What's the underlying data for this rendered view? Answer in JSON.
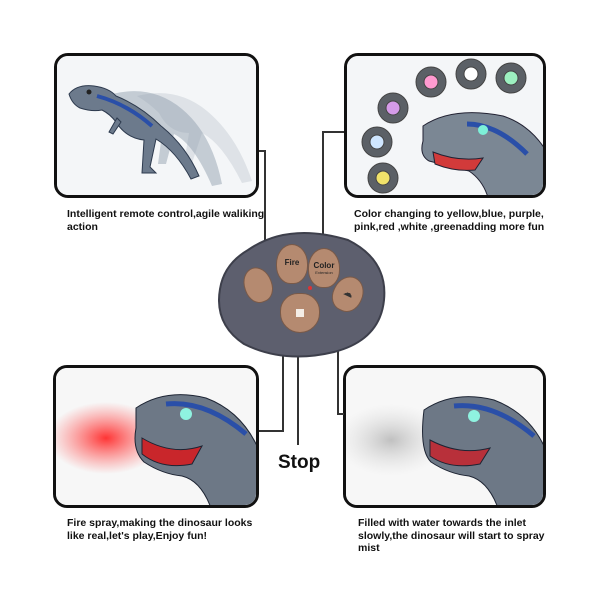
{
  "panels": {
    "top_left": {
      "caption": [
        "Intelligent remote control,agile waliking",
        "action"
      ]
    },
    "top_right": {
      "caption": [
        "Color changing to  yellow,blue, purple,",
        "pink,red ,white ,greenadding more fun"
      ]
    },
    "bottom_left": {
      "caption": [
        "Fire spray,making the dinosaur looks",
        "like real,let's play,Enjoy fun!"
      ]
    },
    "bottom_right": {
      "caption": [
        "Filled with water towards the inlet",
        "slowly,the dinosaur will start to spray",
        "mist"
      ]
    }
  },
  "remote": {
    "buttons": {
      "fire": "Fire",
      "color": "Color",
      "color_sub": "Extension"
    },
    "stop_label": "Stop"
  },
  "colors": {
    "remote_body": "#5d5f6e",
    "button": "#b58a70",
    "fire_spray": "#e23030",
    "mist": "#c8c8c8"
  }
}
